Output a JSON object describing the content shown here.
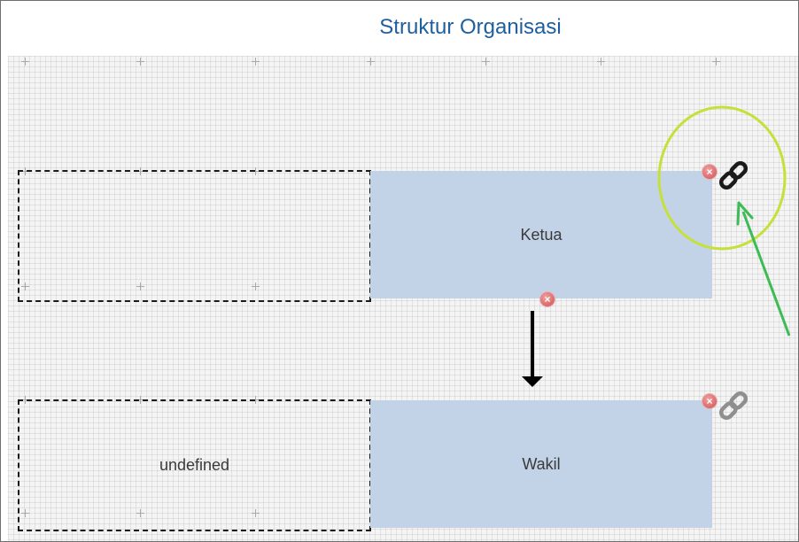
{
  "page": {
    "title": "Struktur Organisasi"
  },
  "nodes": [
    {
      "label": "Ketua"
    },
    {
      "label": "Wakil"
    }
  ],
  "placeholders": [
    {
      "label": ""
    },
    {
      "label": "undefined"
    }
  ],
  "icons": {
    "delete": "remove-circle-icon",
    "link_active": "chain-link-icon",
    "link_inactive": "chain-link-icon-gray"
  },
  "colors": {
    "title": "#1f5f9e",
    "node_fill": "#c2d3e8",
    "delete_icon": "#d96868",
    "highlight_circle": "#c6e03a",
    "annotation_arrow": "#3dbb55",
    "connector_arrow": "#000000"
  }
}
